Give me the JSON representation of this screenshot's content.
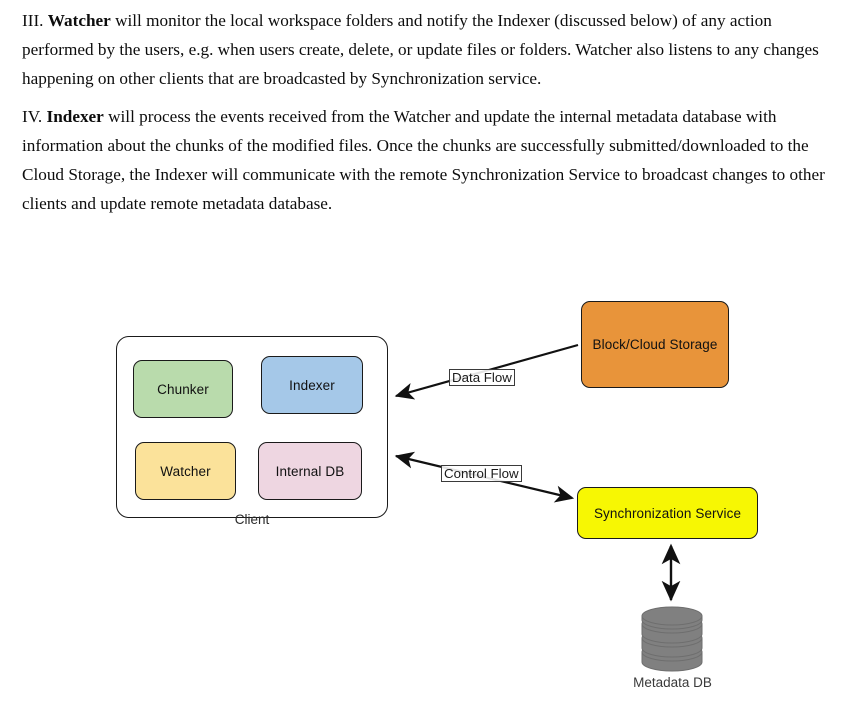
{
  "document": {
    "paragraphs": [
      {
        "id": "para-watcher",
        "marker": "III.",
        "term": "Watcher",
        "text": " will monitor the local workspace folders and notify the Indexer (discussed below) of any action performed by the users, e.g. when users create, delete, or update files or folders. Watcher also listens to any changes happening on other clients that are broadcasted by Synchronization service."
      },
      {
        "id": "para-indexer",
        "marker": "IV.",
        "term": "Indexer",
        "text": " will process the events received from the Watcher and update the internal metadata database with information about the chunks of the modified files. Once the chunks are successfully submitted/downloaded to the Cloud Storage, the Indexer will communicate with the remote Synchronization Service to broadcast changes to other clients and update remote metadata database."
      }
    ]
  },
  "diagram": {
    "client": {
      "label": "Client",
      "components": [
        {
          "id": "chunker",
          "label": "Chunker",
          "color": "#b9dbac"
        },
        {
          "id": "indexer",
          "label": "Indexer",
          "color": "#a5c8e8"
        },
        {
          "id": "watcher",
          "label": "Watcher",
          "color": "#fbe29a"
        },
        {
          "id": "internal_db",
          "label": "Internal DB",
          "color": "#eed6e1"
        }
      ]
    },
    "storage": {
      "label": "Block/Cloud Storage",
      "color": "#e8943a"
    },
    "sync_service": {
      "label": "Synchronization Service",
      "color": "#f7f703"
    },
    "metadata_db": {
      "label": "Metadata DB",
      "color": "#808080"
    },
    "edges": [
      {
        "id": "data_flow",
        "label": "Data Flow",
        "from": "storage",
        "to": "client",
        "arrow": "single"
      },
      {
        "id": "control_flow",
        "label": "Control Flow",
        "from": "client",
        "to": "sync_service",
        "arrow": "double-ends"
      },
      {
        "id": "sync_metadata",
        "label": "",
        "from": "sync_service",
        "to": "metadata_db",
        "arrow": "double"
      }
    ],
    "stroke_color": "#1a1a1a"
  }
}
